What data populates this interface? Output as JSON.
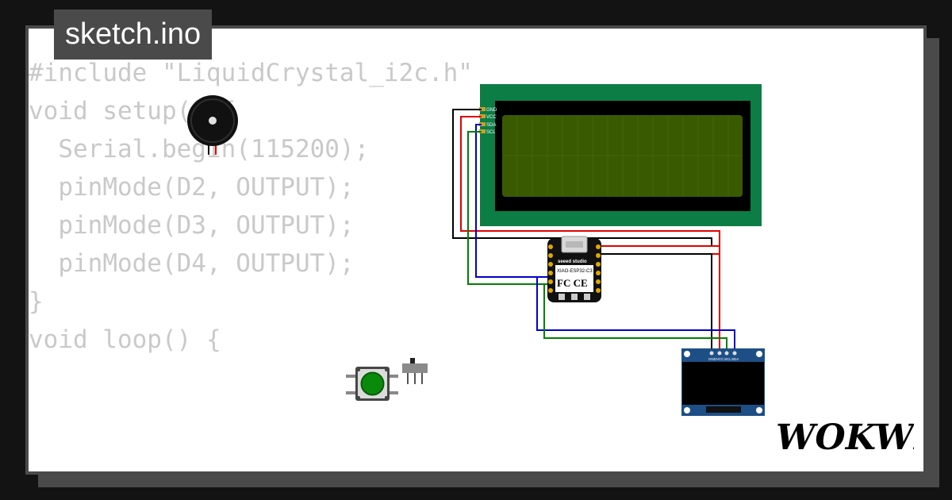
{
  "project": {
    "filename": "sketch.ino",
    "brand": "WOKWI"
  },
  "code": {
    "lines": [
      "#include \"LiquidCrystal_i2c.h\"",
      "",
      "",
      "void setup() {",
      "  Serial.begin(115200);",
      "  pinMode(D2, OUTPUT);",
      "  pinMode(D3, OUTPUT);",
      "  pinMode(D4, OUTPUT);",
      "}",
      "",
      "void loop() {"
    ]
  },
  "parts": {
    "lcd": {
      "pins": [
        "GND",
        "VCC",
        "SDA",
        "SCL"
      ]
    },
    "mcu": {
      "vendor": "seeed studio",
      "model": "XIAO-ESP32-C3"
    },
    "oled": {
      "pins": [
        "GND",
        "VCC",
        "SCL",
        "SDA"
      ]
    }
  },
  "colors": {
    "background": "#131313",
    "card": "#ffffff",
    "frame": "#4a4a4a",
    "code_text": "#c9c9c9",
    "lcd_board": "#0b7d45",
    "lcd_screen": "#3a5a02",
    "oled_board": "#1d4f86",
    "wire_gnd": "#000000",
    "wire_vcc": "#e00000",
    "wire_sda": "#0000cc",
    "wire_scl": "#008000",
    "button_cap": "#0a8a0a"
  },
  "icons": {
    "buzzer": "piezo-buzzer-icon",
    "button": "pushbutton-icon",
    "switch": "slide-switch-icon",
    "logo": "wokwi-logo-icon"
  }
}
